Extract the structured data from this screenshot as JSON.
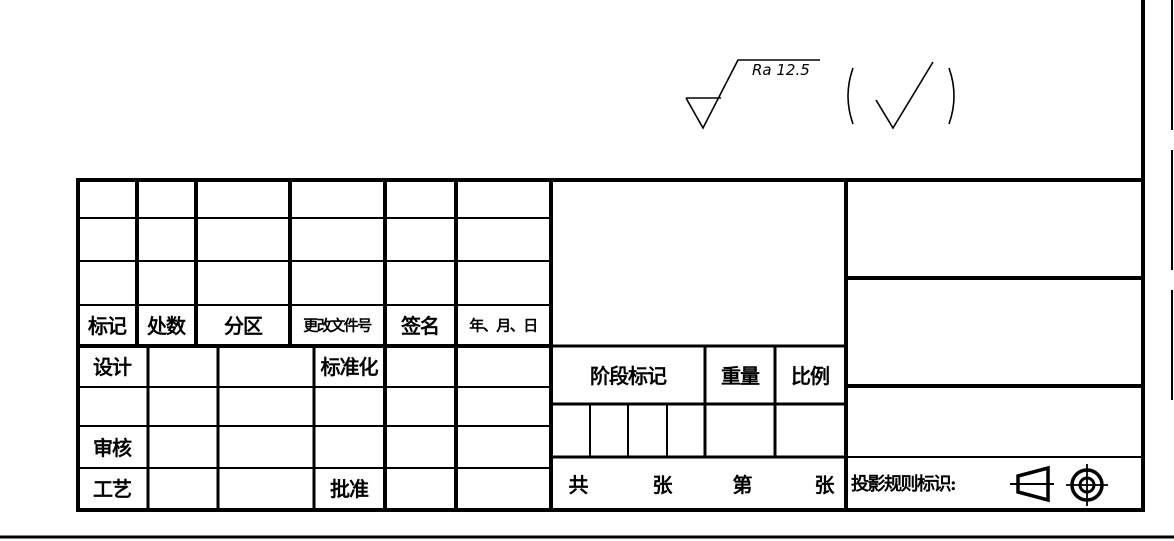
{
  "roughness": {
    "ra_label": "Ra 12.5"
  },
  "title_block": {
    "revision_headers": {
      "mark": "标记",
      "count": "处数",
      "zone": "分区",
      "change_doc_no": "更改文件号",
      "signature": "签名",
      "date": "年、月、日"
    },
    "sign_rows": {
      "design": "设计",
      "review": "审核",
      "process": "工艺",
      "standardization": "标准化",
      "approval": "批准"
    },
    "stage_headers": {
      "stage_mark": "阶段标记",
      "weight": "重量",
      "scale": "比例"
    },
    "sheets": {
      "total": "共",
      "sheet_unit_1": "张",
      "number": "第",
      "sheet_unit_2": "张"
    },
    "projection": {
      "label": "投影规则标识:",
      "symbol_icon": "first-angle-projection-icon"
    }
  }
}
